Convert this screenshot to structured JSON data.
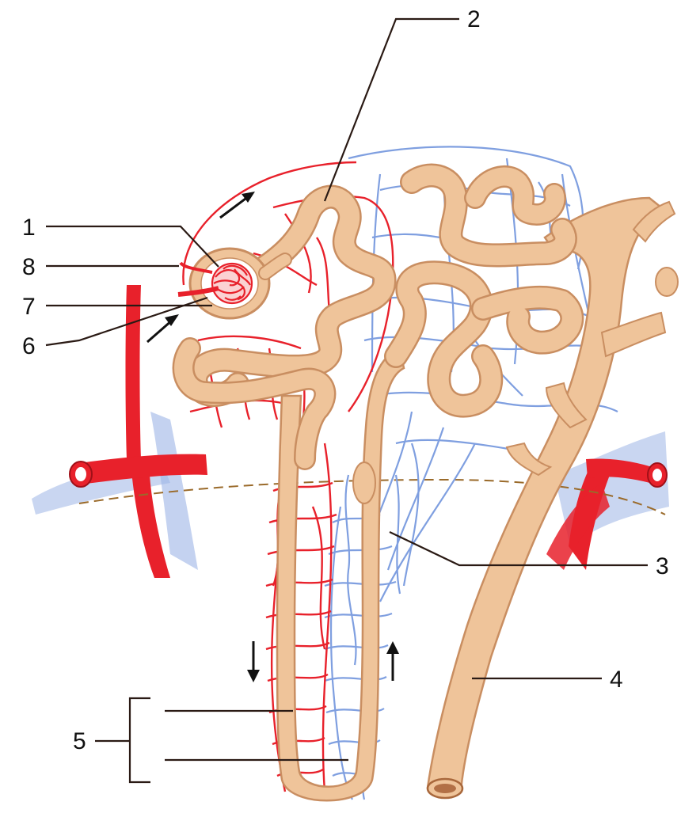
{
  "labels": {
    "l1": "1",
    "l2": "2",
    "l3": "3",
    "l4": "4",
    "l5": "5",
    "l6": "6",
    "l7": "7",
    "l8": "8"
  },
  "colors": {
    "tubule_fill": "#efc49a",
    "tubule_edge": "#c98e61",
    "artery": "#e8212b",
    "vein": "#7f9fe0",
    "leader": "#2a1a14",
    "arrow": "#111111",
    "boundary": "#9a6a2a"
  }
}
